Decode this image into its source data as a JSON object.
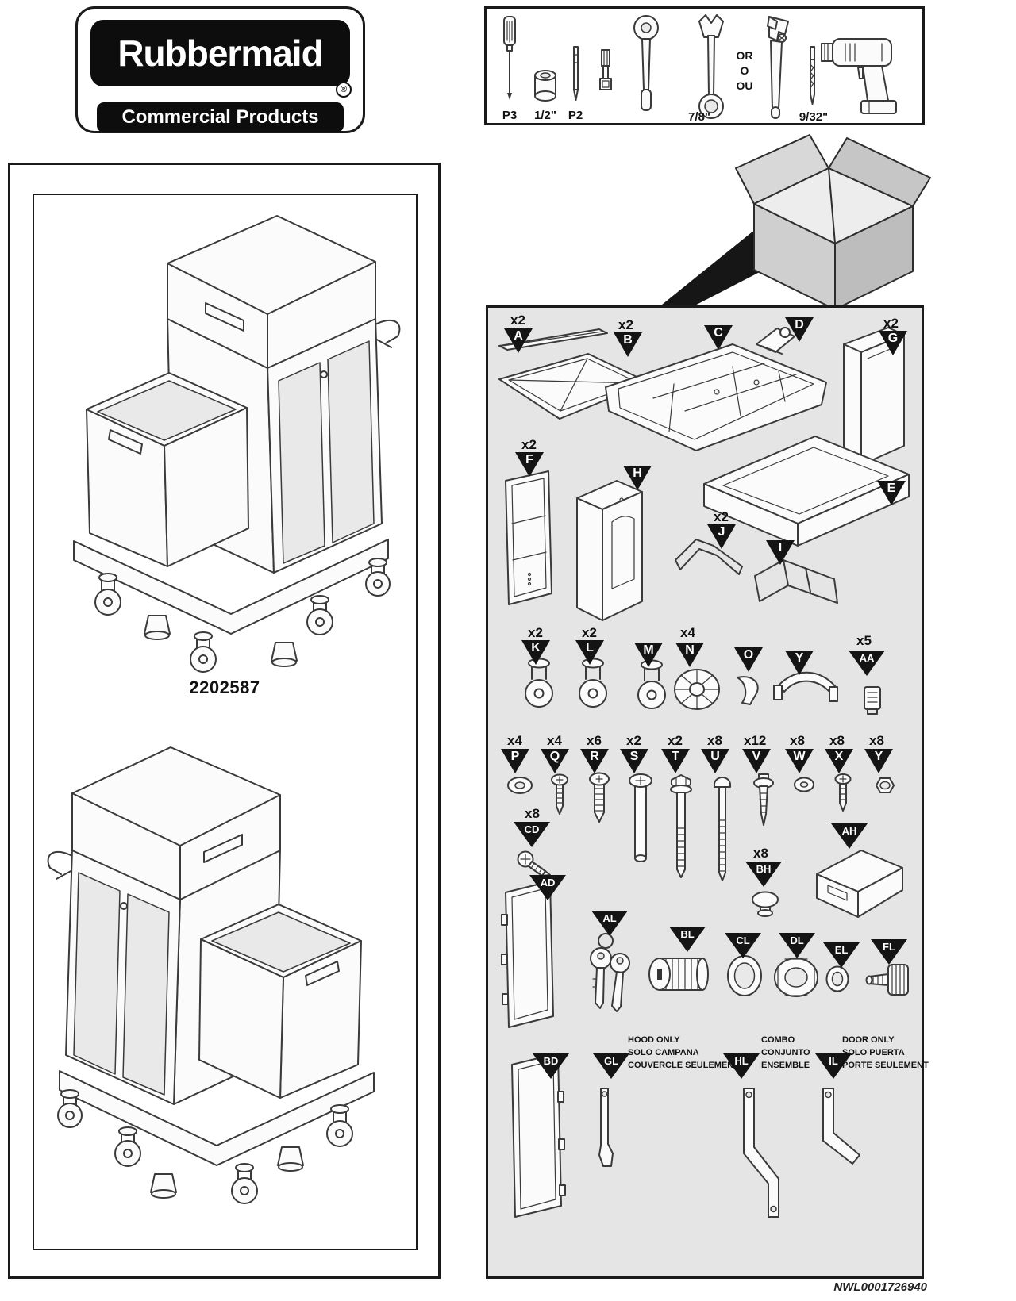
{
  "logo": {
    "brand": "Rubbermaid",
    "registered": "®",
    "subtitle": "Commercial Products"
  },
  "tools": {
    "icons": [
      "phillips-screwdriver",
      "socket",
      "phillips-bit",
      "socket-adapter",
      "ratchet",
      "open-end-wrench",
      "adjustable-wrench",
      "drill-bit",
      "power-drill"
    ],
    "screwdriver_label": "P3",
    "socket_label": "1/2\"",
    "bit_label": "P2",
    "wrench_label": "7/8\"",
    "or_lines": [
      "OR",
      "O",
      "OU"
    ],
    "drillbit_label": "9/32\""
  },
  "product": {
    "model": "2202587"
  },
  "parts": {
    "A": {
      "label": "A",
      "qty": "x2"
    },
    "B": {
      "label": "B",
      "qty": "x2"
    },
    "C": {
      "label": "C",
      "qty": ""
    },
    "D": {
      "label": "D",
      "qty": ""
    },
    "G": {
      "label": "G",
      "qty": "x2"
    },
    "F": {
      "label": "F",
      "qty": "x2"
    },
    "H": {
      "label": "H",
      "qty": ""
    },
    "E": {
      "label": "E",
      "qty": ""
    },
    "J": {
      "label": "J",
      "qty": "x2"
    },
    "I": {
      "label": "I",
      "qty": ""
    },
    "K": {
      "label": "K",
      "qty": "x2"
    },
    "L": {
      "label": "L",
      "qty": "x2"
    },
    "M": {
      "label": "M",
      "qty": ""
    },
    "N": {
      "label": "N",
      "qty": "x4"
    },
    "O": {
      "label": "O",
      "qty": ""
    },
    "Y1": {
      "label": "Y",
      "qty": ""
    },
    "AA": {
      "label": "AA",
      "qty": "x5"
    },
    "P": {
      "label": "P",
      "qty": "x4"
    },
    "Q": {
      "label": "Q",
      "qty": "x4"
    },
    "R": {
      "label": "R",
      "qty": "x6"
    },
    "S": {
      "label": "S",
      "qty": "x2"
    },
    "T": {
      "label": "T",
      "qty": "x2"
    },
    "U": {
      "label": "U",
      "qty": "x8"
    },
    "V": {
      "label": "V",
      "qty": "x12"
    },
    "W": {
      "label": "W",
      "qty": "x8"
    },
    "X": {
      "label": "X",
      "qty": "x8"
    },
    "Y2": {
      "label": "Y",
      "qty": "x8"
    },
    "CD": {
      "label": "CD",
      "qty": "x8"
    },
    "AH": {
      "label": "AH",
      "qty": ""
    },
    "BH": {
      "label": "BH",
      "qty": "x8"
    },
    "AD": {
      "label": "AD",
      "qty": ""
    },
    "AL": {
      "label": "AL",
      "qty": ""
    },
    "BL": {
      "label": "BL",
      "qty": ""
    },
    "CL": {
      "label": "CL",
      "qty": ""
    },
    "DL": {
      "label": "DL",
      "qty": ""
    },
    "EL": {
      "label": "EL",
      "qty": ""
    },
    "FL": {
      "label": "FL",
      "qty": ""
    },
    "BD": {
      "label": "BD",
      "qty": ""
    },
    "GL": {
      "label": "GL",
      "qty": ""
    },
    "HL": {
      "label": "HL",
      "qty": ""
    },
    "IL": {
      "label": "IL",
      "qty": ""
    }
  },
  "notes": {
    "hood_only": [
      "HOOD ONLY",
      "SOLO CAMPANA",
      "COUVERCLE SEULEMENT"
    ],
    "combo": [
      "COMBO",
      "CONJUNTO",
      "ENSEMBLE"
    ],
    "door_only": [
      "DOOR ONLY",
      "SOLO PUERTA",
      "PORTE SEULEMENT"
    ]
  },
  "footer": {
    "code": "NWL0001726940"
  }
}
